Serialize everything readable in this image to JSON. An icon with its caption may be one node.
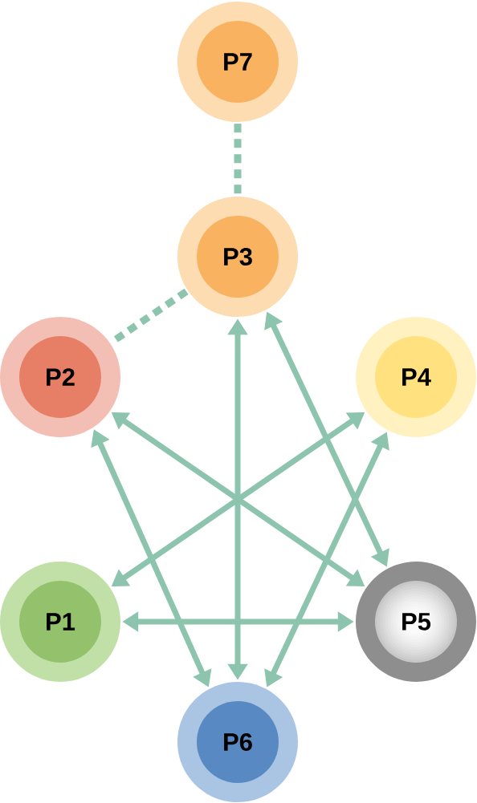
{
  "diagram": {
    "nodes": [
      {
        "text": [
          "P7"
        ]
      },
      {
        "text": [
          "P3"
        ]
      },
      {
        "text": [
          "P2"
        ]
      },
      {
        "text": [
          "P4"
        ]
      },
      {
        "text": [
          "P1"
        ]
      },
      {
        "text": [
          "P5"
        ]
      },
      {
        "text": [
          "P6"
        ]
      }
    ],
    "edges": [
      {
        "from": 0,
        "to": 1,
        "arrow": "none",
        "style": "dashed"
      },
      {
        "from": 1,
        "to": 2,
        "arrow": "none",
        "style": "dashed"
      },
      {
        "from": 2,
        "to": 5,
        "arrow": "both"
      },
      {
        "from": 4,
        "to": 3,
        "arrow": "both"
      },
      {
        "from": 1,
        "to": 6,
        "arrow": "both"
      },
      {
        "from": 1,
        "to": 5,
        "arrow": "both"
      },
      {
        "from": 2,
        "to": 6,
        "arrow": "both"
      },
      {
        "from": 3,
        "to": 6,
        "arrow": "both"
      },
      {
        "from": 4,
        "to": 5,
        "arrow": "both"
      }
    ]
  }
}
